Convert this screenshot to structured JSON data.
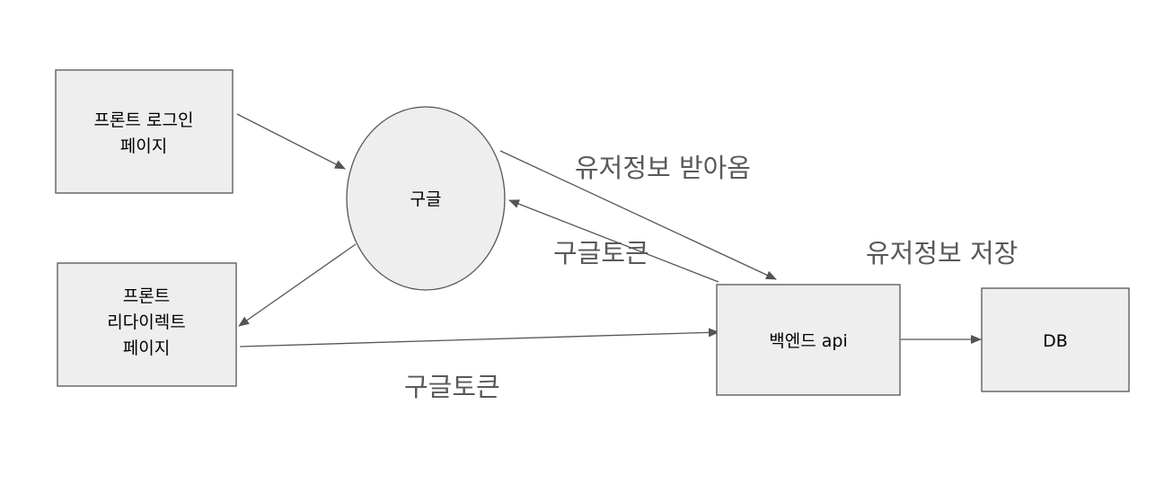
{
  "colors": {
    "node_fill": "#eeeeee",
    "node_stroke": "#555555",
    "edge_stroke": "#555555",
    "edge_label": "#595959",
    "node_label": "#000000"
  },
  "nodes": {
    "front_login": {
      "line1": "프론트 로그인",
      "line2": "페이지"
    },
    "google": {
      "label": "구글"
    },
    "front_redirect": {
      "line1": "프론트",
      "line2": "리다이렉트",
      "line3": "페이지"
    },
    "backend": {
      "label": "백엔드 api"
    },
    "db": {
      "label": "DB"
    }
  },
  "edge_labels": {
    "user_info_received": "유저정보 받아옴",
    "google_token_upper": "구글토큰",
    "user_info_saved": "유저정보 저장",
    "google_token_lower": "구글토큰"
  }
}
